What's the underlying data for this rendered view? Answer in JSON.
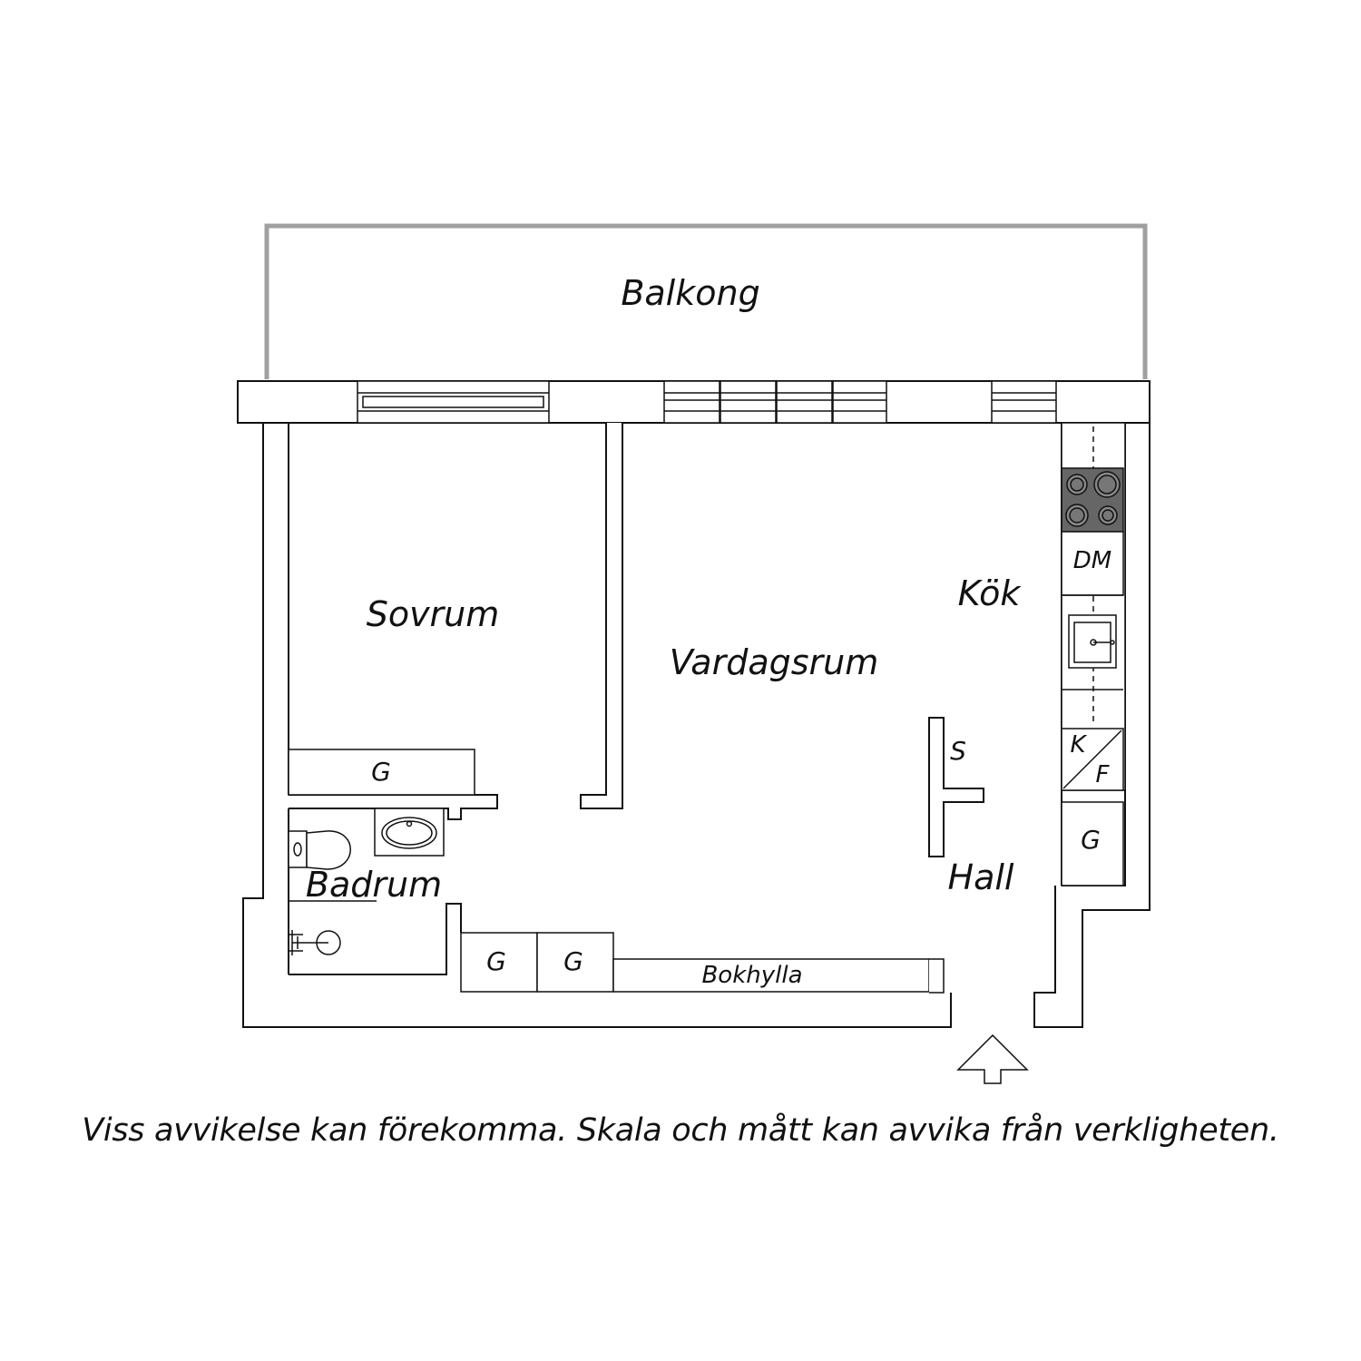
{
  "rooms": {
    "balcony": "Balkong",
    "bedroom": "Sovrum",
    "living": "Vardagsrum",
    "kitchen": "Kök",
    "bathroom": "Badrum",
    "hall": "Hall"
  },
  "fixtures": {
    "bedroom_wardrobe": "G",
    "hall_wardrobe_1": "G",
    "hall_wardrobe_2": "G",
    "bookshelf": "Bokhylla",
    "dishwasher": "DM",
    "fridge_k": "K",
    "fridge_f": "F",
    "kitchen_wardrobe": "G",
    "storage": "S"
  },
  "disclaimer": "Viss avvikelse kan förekomma. Skala och mått kan avvika från verkligheten.",
  "colors": {
    "line": "#111111",
    "balcony_rail": "#a0a0a0",
    "stove": "#666666"
  }
}
